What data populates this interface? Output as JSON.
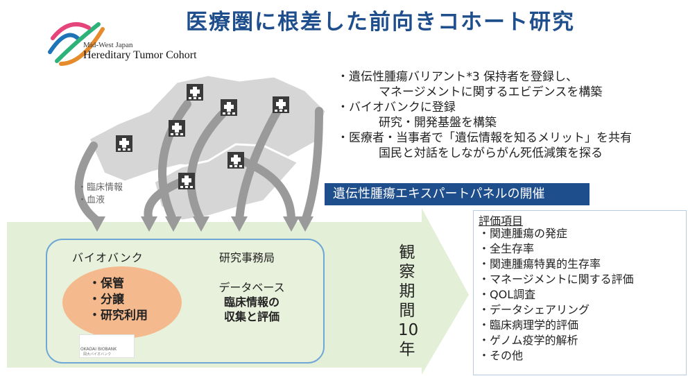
{
  "title": "医療圏に根差した前向きコホート研究",
  "logo": {
    "line1": "Mid-West Japan",
    "line2": "Hereditary Tumor Cohort"
  },
  "bullets": [
    {
      "main": "・遺伝性腫瘍バリアント*3 保持者を登録し、",
      "sub": "マネージメントに関するエビデンスを構築"
    },
    {
      "main": "・バイオバンクに登録",
      "sub": "研究・開発基盤を構築"
    },
    {
      "main": "・医療者・当事者で「遺伝情報を知るメリット」を共有",
      "sub": "国民と対話をしながらがん死低減策を探る"
    }
  ],
  "side_labels": [
    "・臨床情報",
    "・血液"
  ],
  "expert_panel": "遺伝性腫瘍エキスパートパネルの開催",
  "biobank": {
    "title": "バイオバンク",
    "items": [
      "・保管",
      "・分譲",
      "・研究利用"
    ]
  },
  "badge": {
    "line1": "OKADAI BIOBANK",
    "line2": "岡大バイオバンク"
  },
  "office": {
    "title": "研究事務局",
    "db_lines": [
      "データベース",
      "臨床情報の",
      "収集と評価"
    ]
  },
  "observation": [
    "観",
    "察",
    "期",
    "間",
    "10",
    "年"
  ],
  "evaluation": {
    "title": "評価項目",
    "items": [
      "・関連腫瘍の発症",
      "・全生存率",
      "・関連腫瘍特異的生存率",
      "・マネージメントに関する評価",
      "・QOL調査",
      "・データシェアリング",
      "・臨床病理学的評価",
      "・ゲノム疫学的解析",
      "・その他"
    ]
  },
  "colors": {
    "title": "#1f4e8c",
    "banner": "#1f4e8c",
    "green_band": "#e3efd6",
    "ellipse": "#f4b98c",
    "database": "#b4c7e7",
    "map": "#d9d9d9",
    "hospital": "#3a3a3a"
  },
  "icons": [
    "hospital-icon",
    "logo-ribbon",
    "biobank-logo"
  ]
}
